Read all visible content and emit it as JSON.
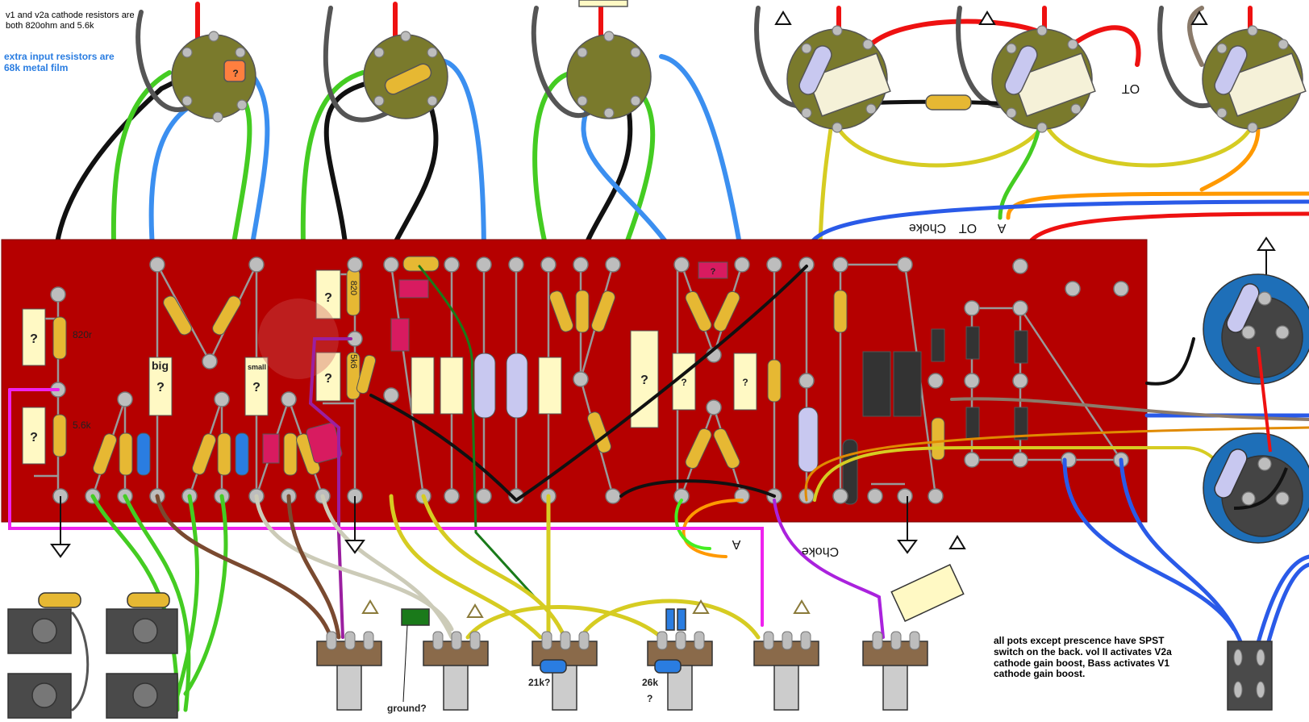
{
  "notes": {
    "cathode": "v1 and v2a cathode resistors are both 820ohm and 5.6k",
    "input": "extra input resistors are 68k metal film",
    "pots": "all pots except prescence have SPST switch on the back. vol II activates V2a cathode gain boost, Bass activates V1 cathode gain boost."
  },
  "labels": {
    "r820": "820r",
    "r5k6": "5.6k",
    "big": "big",
    "small": "small",
    "q": "?",
    "v820": "820",
    "v5k6": "5k6",
    "choke": "Choke",
    "ot": "OT",
    "a": "A",
    "ot2": "OT",
    "choke2": "Choke",
    "a2": "A",
    "r21k": "21k?",
    "r26k": "26k",
    "q26": "?",
    "ground": "ground?"
  },
  "colors": {
    "board": "#b50000",
    "pot": "#7a7a2c",
    "wire_red": "#ee1111",
    "wire_blue": "#3b8ff0",
    "wire_green": "#44cc22",
    "wire_yellow": "#d6cc22",
    "wire_magenta": "#ee22ee",
    "wire_black": "#111111"
  }
}
